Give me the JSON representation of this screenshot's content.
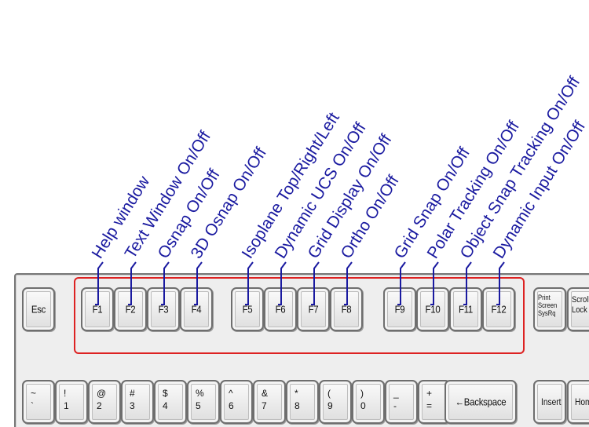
{
  "keys": {
    "esc": "Esc",
    "function_keys": [
      "F1",
      "F2",
      "F3",
      "F4",
      "F5",
      "F6",
      "F7",
      "F8",
      "F9",
      "F10",
      "F11",
      "F12"
    ],
    "print_screen": [
      "Print",
      "Screen",
      "SysRq"
    ],
    "scroll_lock": [
      "Scroll",
      "Lock"
    ],
    "number_row": [
      {
        "top": "~",
        "bottom": "`"
      },
      {
        "top": "!",
        "bottom": "1"
      },
      {
        "top": "@",
        "bottom": "2"
      },
      {
        "top": "#",
        "bottom": "3"
      },
      {
        "top": "$",
        "bottom": "4"
      },
      {
        "top": "%",
        "bottom": "5"
      },
      {
        "top": "^",
        "bottom": "6"
      },
      {
        "top": "&",
        "bottom": "7"
      },
      {
        "top": "*",
        "bottom": "8"
      },
      {
        "top": "(",
        "bottom": "9"
      },
      {
        "top": ")",
        "bottom": "0"
      },
      {
        "top": "_",
        "bottom": "-"
      },
      {
        "top": "+",
        "bottom": "="
      }
    ],
    "backspace": "←Backspace",
    "insert": "Insert",
    "home": "Home"
  },
  "callouts": [
    "Help window",
    "Text Window On/Off",
    "Osnap On/Off",
    "3D Osnap On/Off",
    "Isoplane Top/Right/Left",
    "Dynamic UCS On/Off",
    "Grid Display On/Off",
    "Ortho On/Off",
    "Grid Snap On/Off",
    "Polar Tracking On/Off",
    "Object Snap Tracking On/Off",
    "Dynamic Input On/Off"
  ],
  "colors": {
    "callout_text": "#1a1aa0",
    "highlight_box": "#dd2222"
  }
}
